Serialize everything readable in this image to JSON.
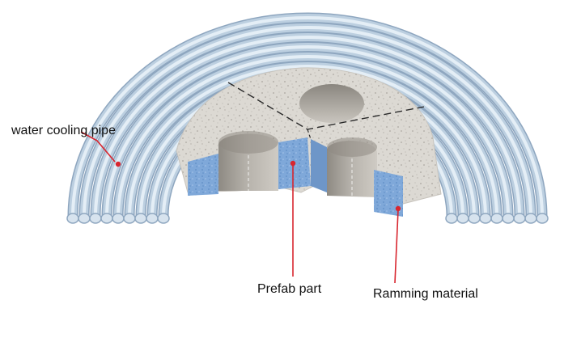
{
  "labels": {
    "water_cooling_pipe": "water cooling pipe",
    "prefab_part": "Prefab part",
    "ramming_material": "Ramming material"
  },
  "colors": {
    "background": "#ffffff",
    "pipe_light": "#e4eef6",
    "pipe_mid": "#bccfe0",
    "pipe_dark": "#8ea6bf",
    "refractory": "#d9d6d0",
    "refractory_dark": "#b9b5ae",
    "hole_wall": "#a7a39c",
    "ramming_blue": "#7aa4d6",
    "leader_red": "#d8262f"
  }
}
